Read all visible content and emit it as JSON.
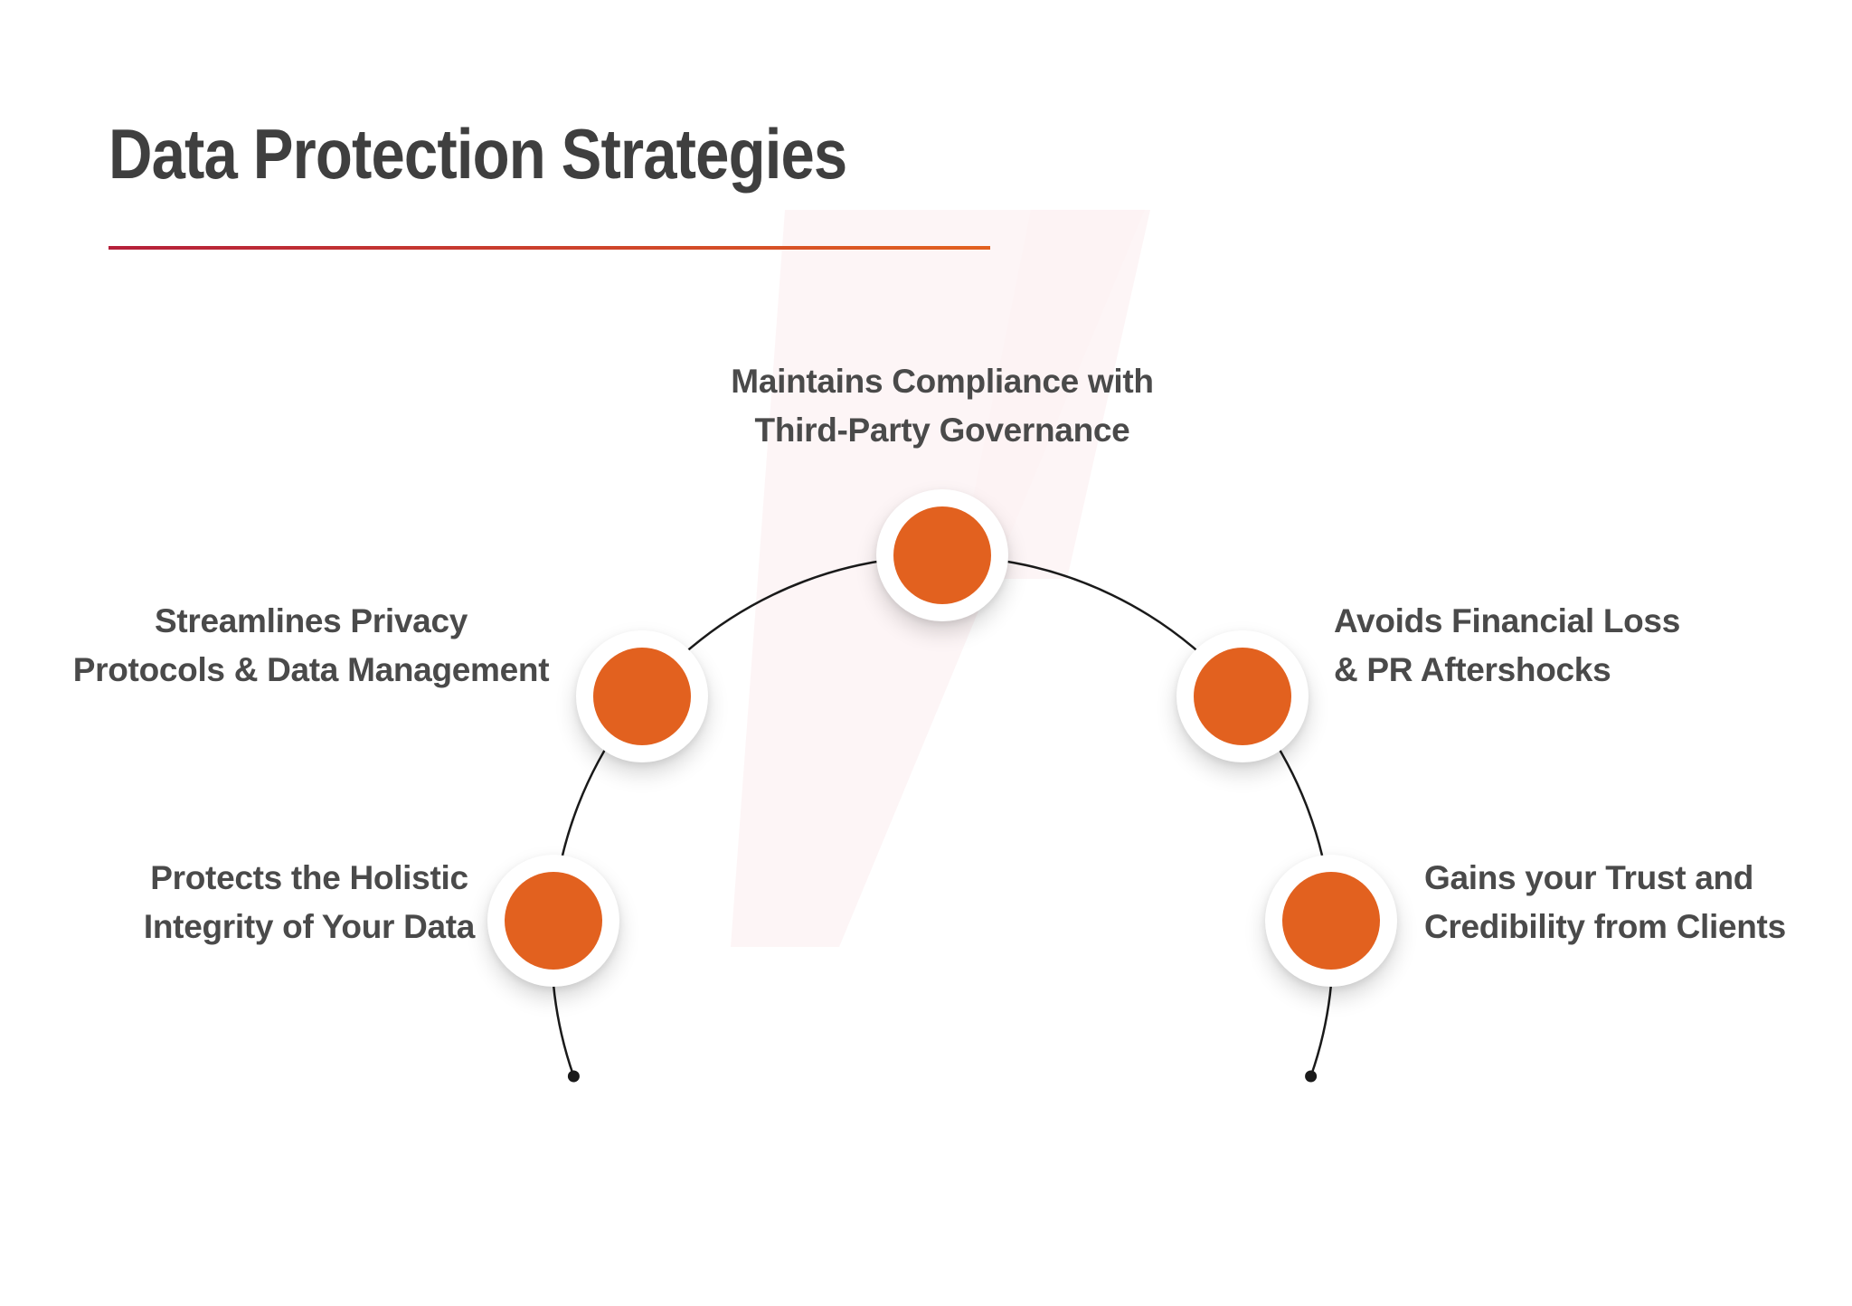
{
  "page": {
    "title": "Data Protection Strategies"
  },
  "diagram": {
    "type": "semicircle-arc-infographic",
    "nodes": [
      {
        "id": "top",
        "label": "Maintains Compliance with\nThird-Party Governance"
      },
      {
        "id": "left-upper",
        "label": "Streamlines Privacy\nProtocols & Data Management"
      },
      {
        "id": "left-lower",
        "label": "Protects the Holistic\nIntegrity of Your Data"
      },
      {
        "id": "right-upper",
        "label": "Avoids Financial Loss\n& PR Aftershocks"
      },
      {
        "id": "right-lower",
        "label": "Gains your Trust and\nCredibility from Clients"
      }
    ],
    "colors": {
      "node_fill": "#e2611f",
      "arc_stroke": "#1a1a1a",
      "accent_start": "#b51f3a",
      "accent_end": "#e2611f",
      "title_color": "#3f3f3f",
      "label_color": "#4a4a4a",
      "watermark_pink": "#fbecee"
    }
  }
}
